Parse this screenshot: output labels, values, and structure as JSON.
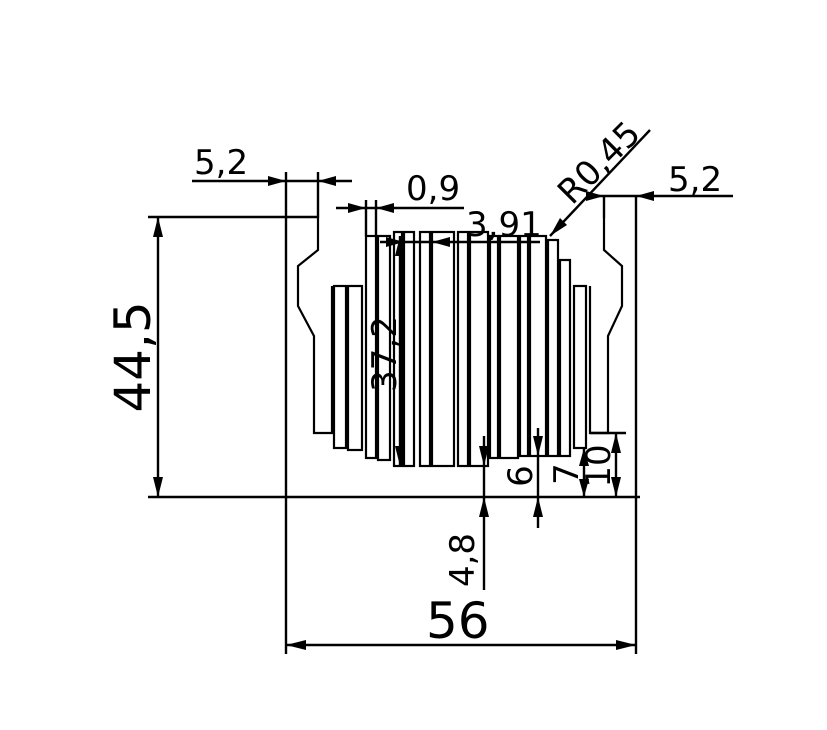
{
  "drawing": {
    "background_color": "#ffffff",
    "line_color": "#000000",
    "dimensions": {
      "overall_width": "56",
      "overall_height": "44,5",
      "fin_height": "37,2",
      "outer_wall_left": "5,2",
      "outer_wall_right": "5,2",
      "fin_tip_thickness": "0,9",
      "fin_pitch": "3,91",
      "fin_tip_radius": "R0,45",
      "base_thickness": "4,8",
      "groove_depth_6": "6",
      "groove_depth_7": "7",
      "groove_depth_10": "10"
    }
  }
}
